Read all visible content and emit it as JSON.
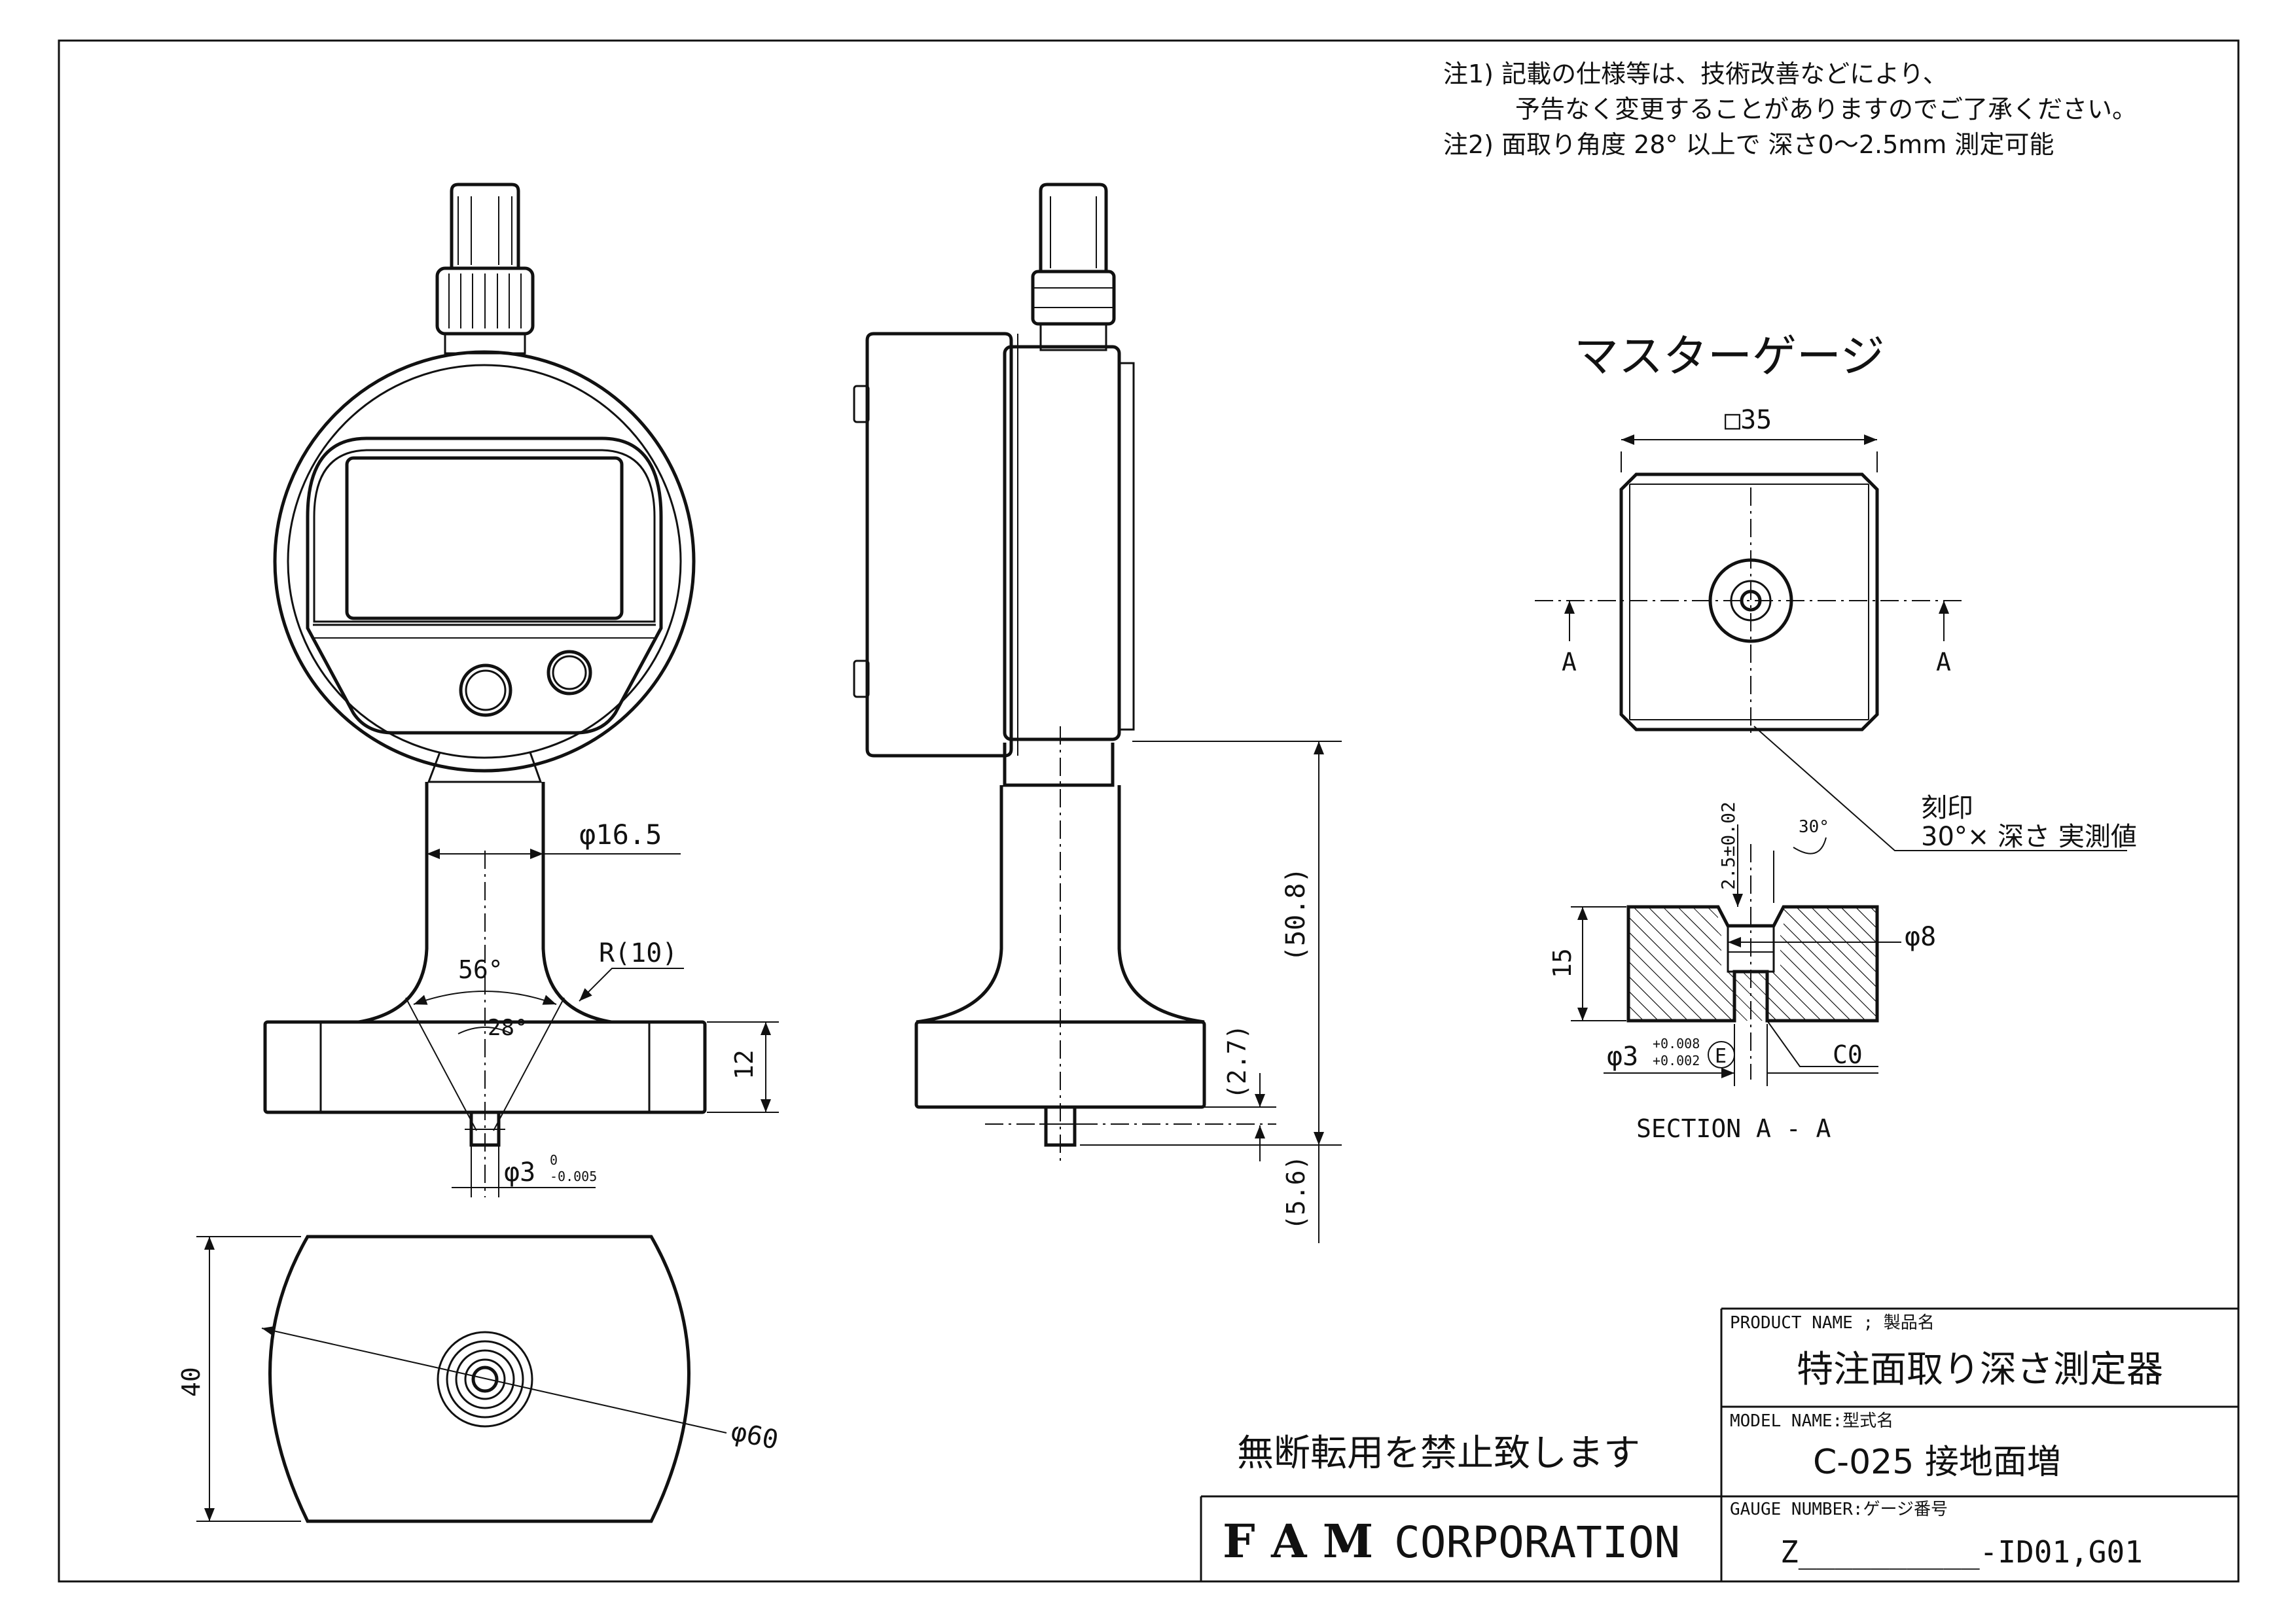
{
  "notes": {
    "note1_line1": "注1) 記載の仕様等は、技術改善などにより、",
    "note1_line2": "予告なく変更することがありますのでご了承ください。",
    "note2": "注2) 面取り角度 28° 以上で 深さ0〜2.5mm 測定可能"
  },
  "front_view": {
    "dims": {
      "stem_dia": "φ16.5",
      "fillet_radius": "R(10)",
      "angle_outer": "56°",
      "angle_inner": "28°",
      "base_height": "12",
      "tip_dia": "φ3",
      "tip_tol_upper": "0",
      "tip_tol_lower": "-0.005"
    }
  },
  "side_view": {
    "dims": {
      "overall": "(50.8)",
      "tip_protrusion": "(2.7)",
      "lower": "(5.6)"
    }
  },
  "bottom_view": {
    "dims": {
      "width": "40",
      "dia": "φ60"
    }
  },
  "master_gauge": {
    "title": "マスターゲージ",
    "size": "□35",
    "section_mark": "A",
    "engrave_label1": "刻印",
    "engrave_label2": "30°× 深さ 実測値",
    "depth": "2.5±0.02",
    "angle": "30°",
    "thickness": "15",
    "hole_dia": "φ8",
    "pin_dia": "φ3",
    "pin_tol_upper": "+0.008",
    "pin_tol_lower": "+0.002",
    "pin_fit": "E",
    "chamfer": "C0",
    "section_title": "SECTION A - A"
  },
  "footer": {
    "notice": "無断転用を禁止致します",
    "company_bold": "F A M",
    "company_rest": "CORPORATION"
  },
  "title_block": {
    "product_name_label": "PRODUCT NAME ; 製品名",
    "product_name": "特注面取り深さ測定器",
    "model_name_label": "MODEL NAME:型式名",
    "model_name": "C-025 接地面増",
    "gauge_number_label": "GAUGE NUMBER:ゲージ番号",
    "gauge_number": "Z__________-ID01,G01"
  }
}
